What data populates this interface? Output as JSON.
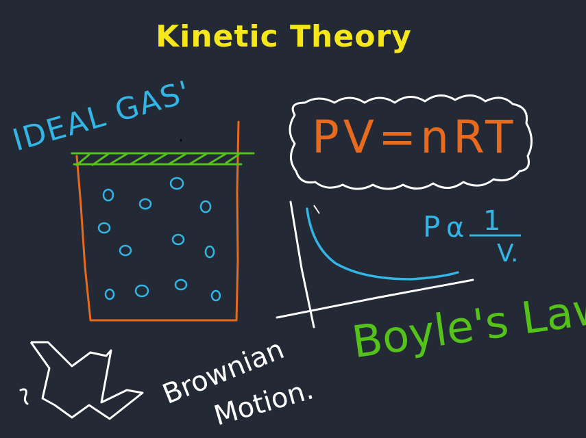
{
  "title": "Kinetic Theory",
  "labels": {
    "ideal_gas": "IDEAL GAS'",
    "equation": "PV=nRT",
    "boyles_law": "Boyle's Law.",
    "brownian": "Brownian",
    "motion": "Motion."
  },
  "proportionality": {
    "p": "P",
    "alpha": "α",
    "numerator": "1",
    "denominator": "V."
  },
  "colors": {
    "background": "#232a35",
    "title": "#f5e71c",
    "blue": "#33b5e5",
    "orange": "#e86a1f",
    "green": "#55c21b",
    "white": "#ffffff"
  }
}
